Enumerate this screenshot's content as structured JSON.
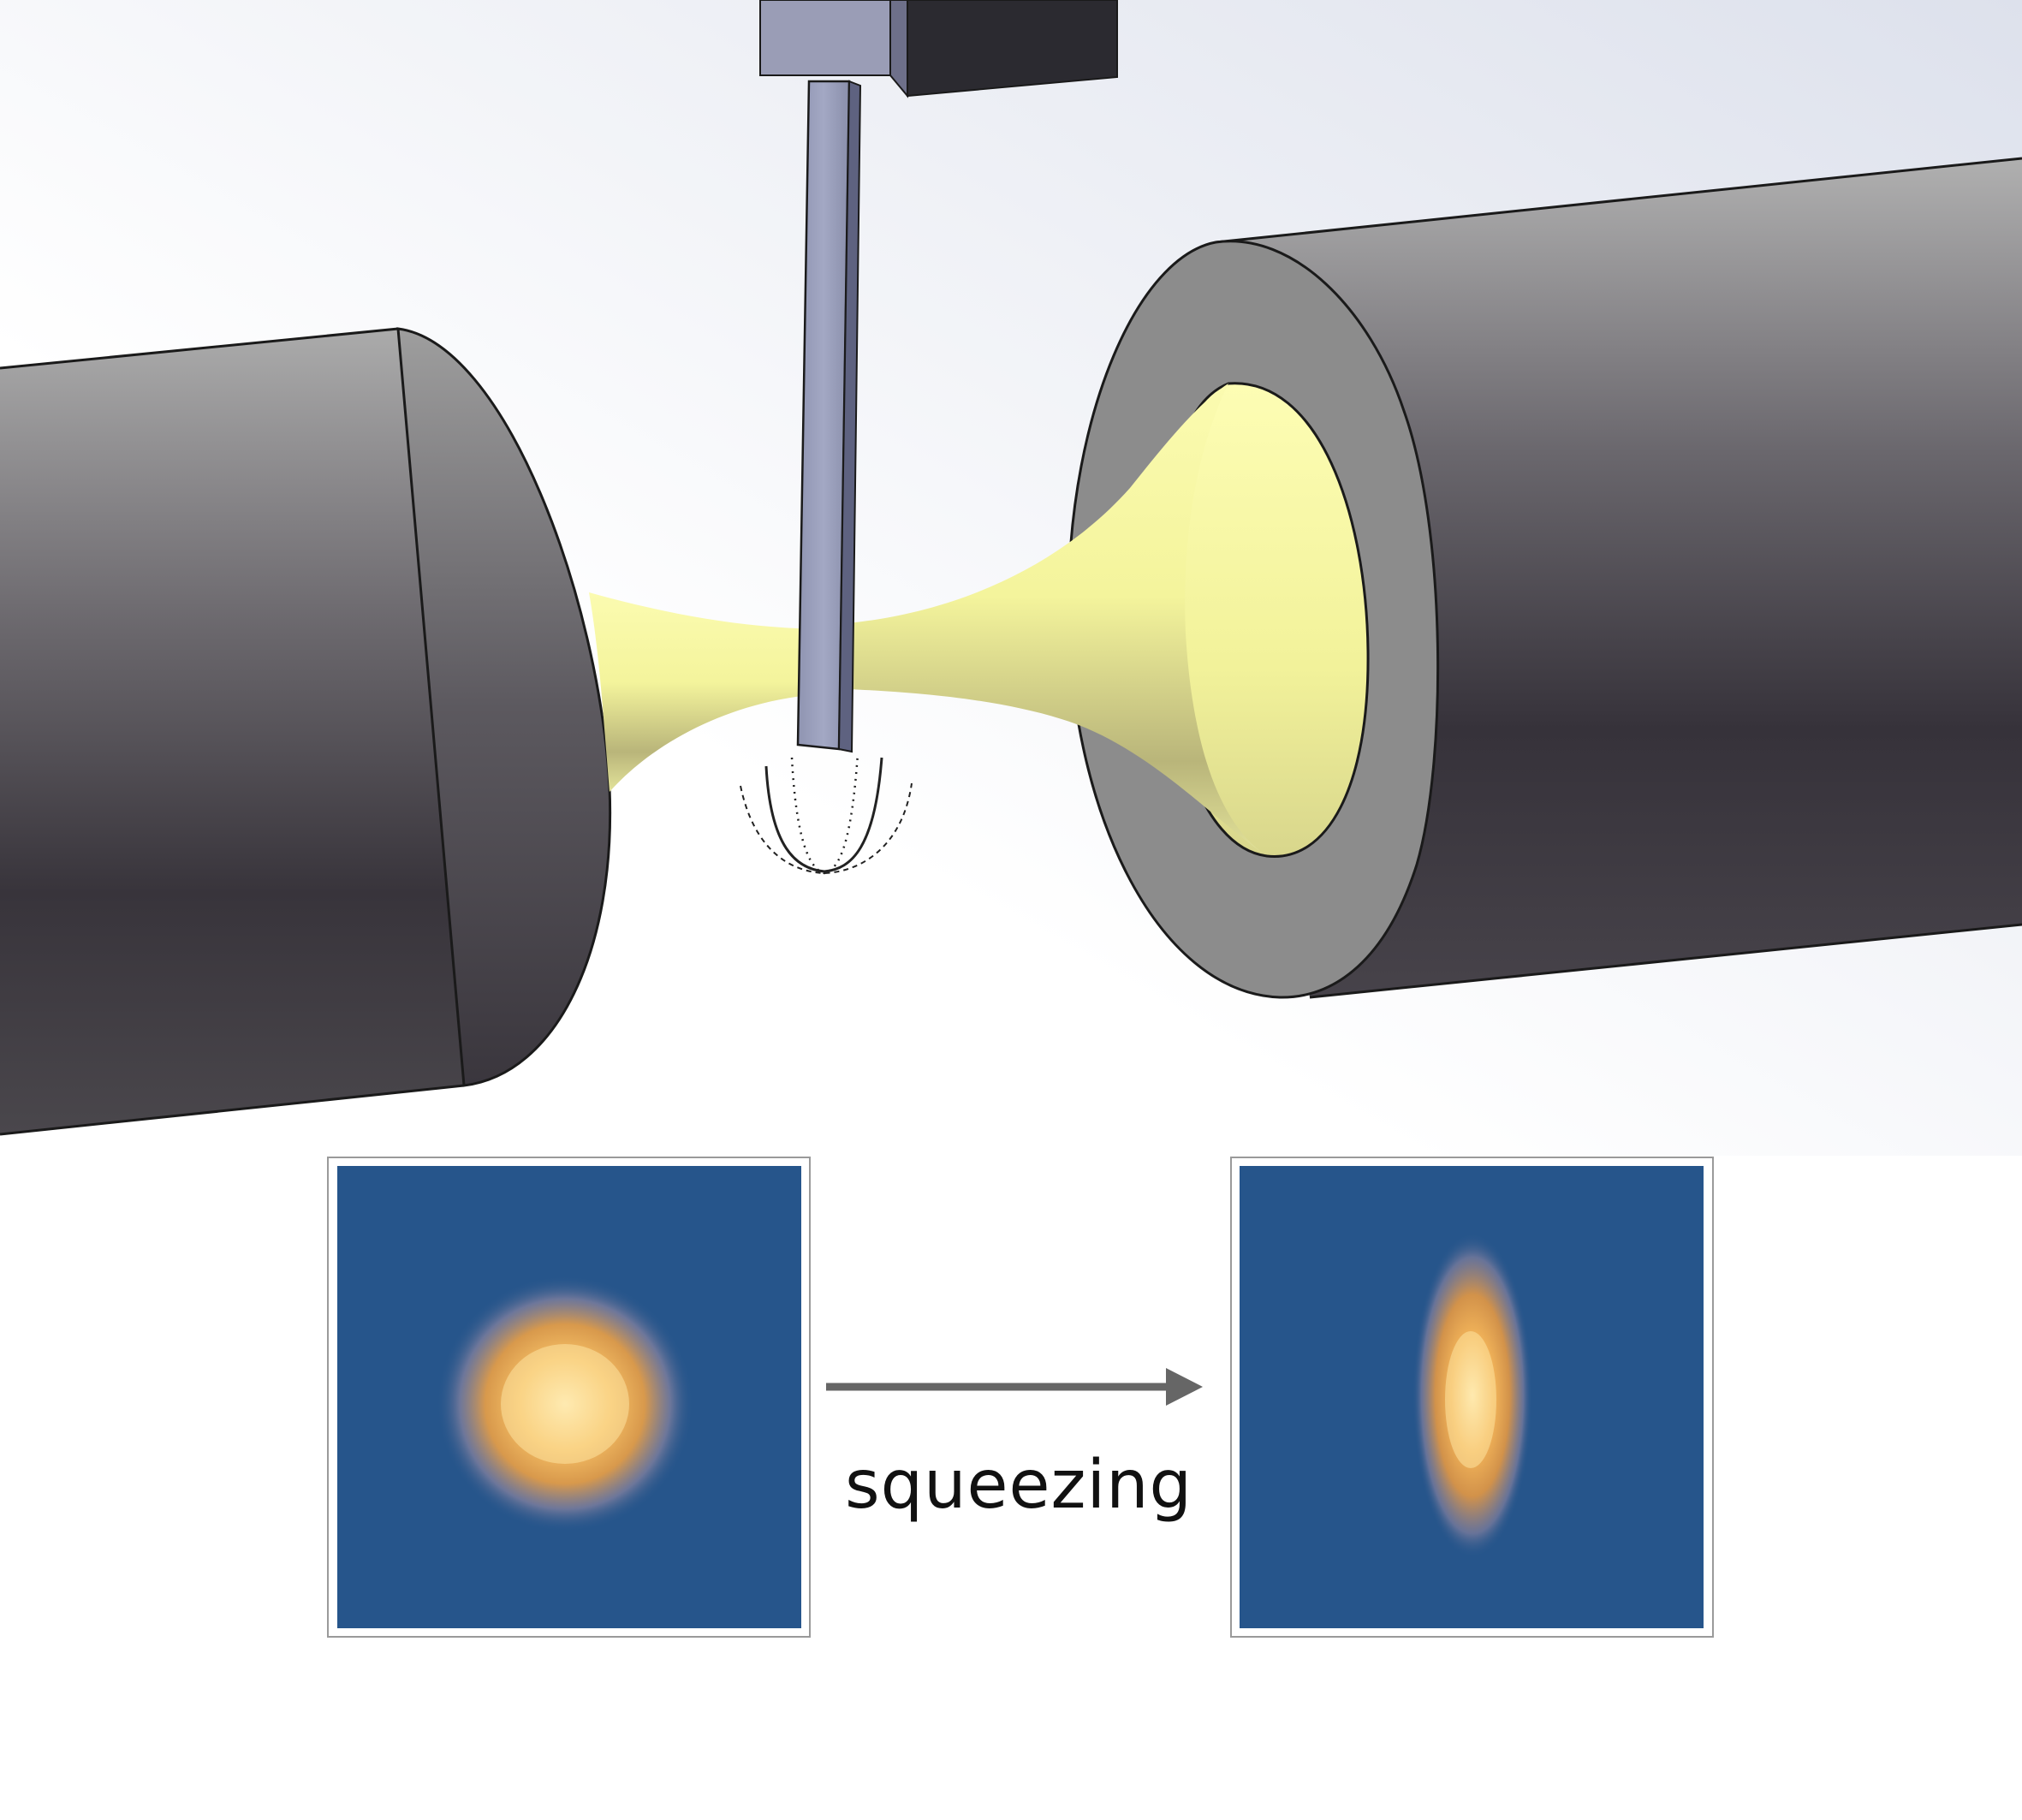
{
  "arrow": {
    "label": "squeezing"
  },
  "panels": [
    {
      "id": "before",
      "shape": "round-blob"
    },
    {
      "id": "after",
      "shape": "vertically-elongated-blob"
    }
  ],
  "colors": {
    "background_gradient_top": "#e4e7f0",
    "background": "#ffffff",
    "mirror_body_light": "#a9a9a9",
    "mirror_body_dark": "#36323a",
    "mirror_face_ring": "#8c8c8c",
    "cavity_beam": "#f7f7a0",
    "cantilever": "#9aa0bc",
    "cantilever_mount": "#2b2a30",
    "panel_fill": "#26558b",
    "blob_core": "#ffe9a8",
    "blob_mid": "#f0a847",
    "arrow": "#666666"
  }
}
